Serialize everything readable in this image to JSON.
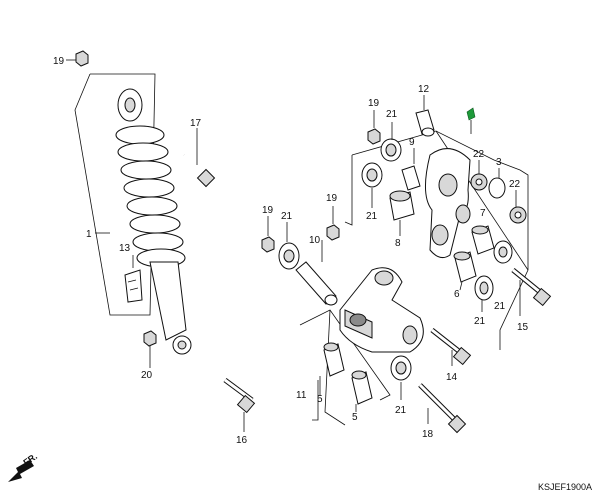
{
  "diagram": {
    "code": "KSJEF1900A",
    "direction_label": "FR.",
    "callouts": [
      {
        "id": "c19a",
        "text": "19"
      },
      {
        "id": "c1",
        "text": "1"
      },
      {
        "id": "c13",
        "text": "13"
      },
      {
        "id": "c17",
        "text": "17"
      },
      {
        "id": "c20",
        "text": "20"
      },
      {
        "id": "c16",
        "text": "16"
      },
      {
        "id": "c19b",
        "text": "19"
      },
      {
        "id": "c21a",
        "text": "21"
      },
      {
        "id": "c10",
        "text": "10"
      },
      {
        "id": "c19c",
        "text": "19"
      },
      {
        "id": "c19d",
        "text": "19"
      },
      {
        "id": "c21b",
        "text": "21"
      },
      {
        "id": "c12",
        "text": "12"
      },
      {
        "id": "c9",
        "text": "9"
      },
      {
        "id": "c21c",
        "text": "21"
      },
      {
        "id": "c8",
        "text": "8"
      },
      {
        "id": "c22a",
        "text": "22"
      },
      {
        "id": "c3",
        "text": "3"
      },
      {
        "id": "c22b",
        "text": "22"
      },
      {
        "id": "c7",
        "text": "7"
      },
      {
        "id": "c6",
        "text": "6"
      },
      {
        "id": "c21d",
        "text": "21"
      },
      {
        "id": "c21e",
        "text": "21"
      },
      {
        "id": "c15",
        "text": "15"
      },
      {
        "id": "c11",
        "text": "11"
      },
      {
        "id": "c5a",
        "text": "5"
      },
      {
        "id": "c5b",
        "text": "5"
      },
      {
        "id": "c21f",
        "text": "21"
      },
      {
        "id": "c14",
        "text": "14"
      },
      {
        "id": "c18",
        "text": "18"
      }
    ]
  }
}
